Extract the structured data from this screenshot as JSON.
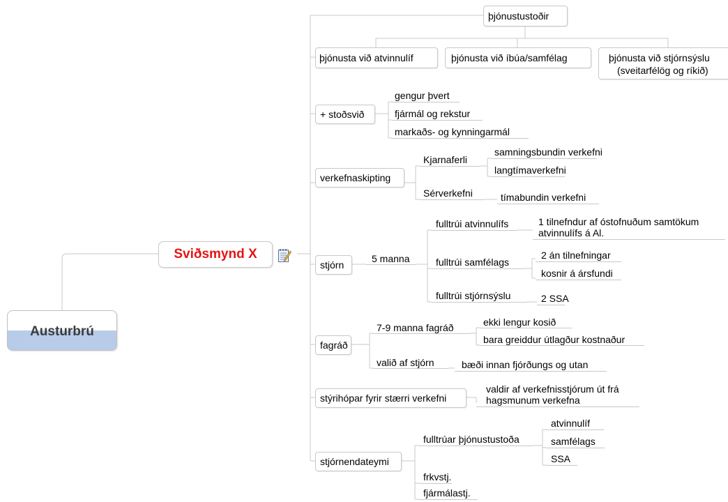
{
  "root": {
    "label": "Austurbrú",
    "fill_color": "#b8cbe8"
  },
  "central": {
    "label": "Sviðsmynd X",
    "color": "#e51414"
  },
  "note_icon": "notepad-icon",
  "branches": {
    "thjonustustodir": {
      "label": "þjónustustoðir",
      "children": [
        "þjónusta við atvinnulíf",
        "þjónusta við íbúa/samfélag",
        "þjónusta við stjórnsýslu",
        "(sveitarfélög og ríkið)"
      ]
    },
    "stodsvid": {
      "label": "+ stoðsvið",
      "children": [
        "gengur þvert",
        "fjármál og rekstur",
        "markaðs- og kynningarmál"
      ]
    },
    "verkefnaskipting": {
      "label": "verkefnaskipting",
      "kjarnaferli": {
        "label": "Kjarnaferli",
        "children": [
          "samningsbundin verkefni",
          "langtímaverkefni"
        ]
      },
      "serverkefni": {
        "label": "Sérverkefni",
        "children": [
          "tímabundin verkefni"
        ]
      }
    },
    "stjorn": {
      "label": "stjórn",
      "size": "5 manna",
      "atvinnulif": {
        "label": "fulltrúi atvinnulífs",
        "detail_1": "1 tilnefndur af óstofnuðum samtökum",
        "detail_2": "atvinnulífs á Al."
      },
      "samfelag": {
        "label": "fulltrúi samfélags",
        "children": [
          "2 án tilnefningar",
          "kosnir á ársfundi"
        ]
      },
      "stjornsysla": {
        "label": "fulltrúi stjórnsýslu",
        "children": [
          "2 SSA"
        ]
      }
    },
    "fagrad": {
      "label": "fagráð",
      "size": {
        "label": "7-9 manna fagráð",
        "children": [
          "ekki lengur kosið",
          "bara greiddur útlagður kostnaður"
        ]
      },
      "selection": {
        "label": "valið af stjórn",
        "children": [
          "bæði innan fjórðungs og utan"
        ]
      }
    },
    "styrihopar": {
      "label": "stýrihópar fyrir stærri verkefni",
      "detail_1": "valdir af verkefnisstjórum út frá",
      "detail_2": "hagsmunum verkefna"
    },
    "stjornendateymi": {
      "label": "stjórnendateymi",
      "fulltruar": {
        "label": "fulltrúar þjónustustoða",
        "children": [
          "atvinnulíf",
          "samfélags",
          "SSA"
        ]
      },
      "others": [
        "frkvstj.",
        "fjármálastj."
      ]
    }
  }
}
